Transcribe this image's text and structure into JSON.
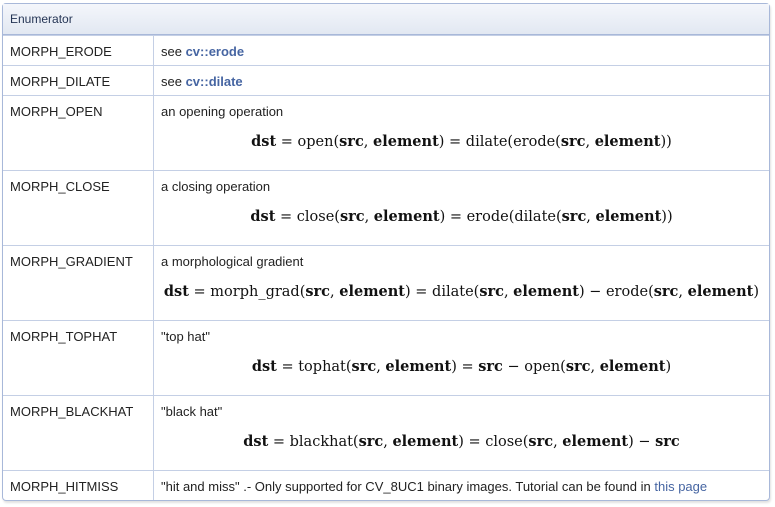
{
  "header": "Enumerator",
  "rows": [
    {
      "name": "MORPH_ERODE",
      "desc_prefix": "see ",
      "link": "cv::erode"
    },
    {
      "name": "MORPH_DILATE",
      "desc_prefix": "see ",
      "link": "cv::dilate"
    },
    {
      "name": "MORPH_OPEN",
      "desc": "an opening operation",
      "formula": [
        [
          "dst",
          1
        ],
        [
          " = open(",
          0
        ],
        [
          "src",
          1
        ],
        [
          ", ",
          0
        ],
        [
          "element",
          1
        ],
        [
          ") = dilate(erode(",
          0
        ],
        [
          "src",
          1
        ],
        [
          ", ",
          0
        ],
        [
          "element",
          1
        ],
        [
          "))",
          0
        ]
      ]
    },
    {
      "name": "MORPH_CLOSE",
      "desc": "a closing operation",
      "formula": [
        [
          "dst",
          1
        ],
        [
          " = close(",
          0
        ],
        [
          "src",
          1
        ],
        [
          ", ",
          0
        ],
        [
          "element",
          1
        ],
        [
          ") = erode(dilate(",
          0
        ],
        [
          "src",
          1
        ],
        [
          ", ",
          0
        ],
        [
          "element",
          1
        ],
        [
          "))",
          0
        ]
      ]
    },
    {
      "name": "MORPH_GRADIENT",
      "desc": "a morphological gradient",
      "formula": [
        [
          "dst",
          1
        ],
        [
          " = morph_grad(",
          0
        ],
        [
          "src",
          1
        ],
        [
          ", ",
          0
        ],
        [
          "element",
          1
        ],
        [
          ") = dilate(",
          0
        ],
        [
          "src",
          1
        ],
        [
          ", ",
          0
        ],
        [
          "element",
          1
        ],
        [
          ") − erode(",
          0
        ],
        [
          "src",
          1
        ],
        [
          ", ",
          0
        ],
        [
          "element",
          1
        ],
        [
          ")",
          0
        ]
      ]
    },
    {
      "name": "MORPH_TOPHAT",
      "desc": "\"top hat\"",
      "formula": [
        [
          "dst",
          1
        ],
        [
          " = tophat(",
          0
        ],
        [
          "src",
          1
        ],
        [
          ", ",
          0
        ],
        [
          "element",
          1
        ],
        [
          ") = ",
          0
        ],
        [
          "src",
          1
        ],
        [
          " − open(",
          0
        ],
        [
          "src",
          1
        ],
        [
          ", ",
          0
        ],
        [
          "element",
          1
        ],
        [
          ")",
          0
        ]
      ]
    },
    {
      "name": "MORPH_BLACKHAT",
      "desc": "\"black hat\"",
      "formula": [
        [
          "dst",
          1
        ],
        [
          " = blackhat(",
          0
        ],
        [
          "src",
          1
        ],
        [
          ", ",
          0
        ],
        [
          "element",
          1
        ],
        [
          ") = close(",
          0
        ],
        [
          "src",
          1
        ],
        [
          ", ",
          0
        ],
        [
          "element",
          1
        ],
        [
          ") − ",
          0
        ],
        [
          "src",
          1
        ]
      ]
    },
    {
      "name": "MORPH_HITMISS",
      "desc": "\"hit and miss\" .- Only supported for CV_8UC1 binary images. Tutorial can be found in ",
      "link": "this page"
    }
  ]
}
